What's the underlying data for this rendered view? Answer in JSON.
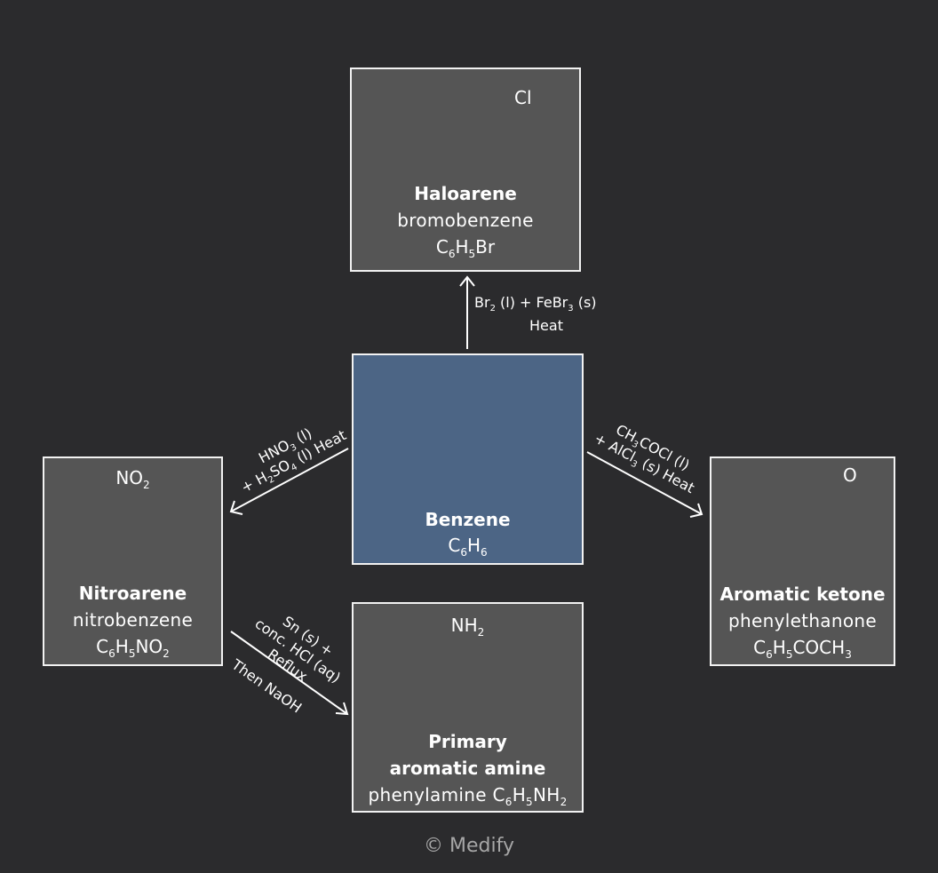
{
  "haloarene": {
    "substituent": "Cl",
    "title": "Haloarene",
    "name": "bromobenzene",
    "formula": {
      "a": "C",
      "s1": "6",
      "b": "H",
      "s2": "5",
      "c": "Br"
    }
  },
  "benzene": {
    "title": "Benzene",
    "formula": {
      "a": "C",
      "s1": "6",
      "b": "H",
      "s2": "6"
    }
  },
  "nitroarene": {
    "substituent": {
      "a": "NO",
      "s": "2"
    },
    "title": "Nitroarene",
    "name": "nitrobenzene",
    "formula": {
      "a": "C",
      "s1": "6",
      "b": "H",
      "s2": "5",
      "c": "NO",
      "s3": "2"
    }
  },
  "ketone": {
    "substituent": "O",
    "title": "Aromatic ketone",
    "name": "phenylethanone",
    "formula": {
      "a": "C",
      "s1": "6",
      "b": "H",
      "s2": "5",
      "c": "COCH",
      "s3": "3"
    }
  },
  "amine": {
    "substituent": {
      "a": "NH",
      "s": "2"
    },
    "title_line1": "Primary",
    "title_line2": "aromatic amine",
    "name": "phenylamine",
    "formula": {
      "a": "C",
      "s1": "6",
      "b": "H",
      "s2": "5",
      "c": "NH",
      "s3": "2"
    }
  },
  "reactions": {
    "bromination": {
      "a": "Br",
      "s1": "2",
      "b": " (l) + FeBr",
      "s2": "3",
      "c": " (s)",
      "line2": "Heat"
    },
    "nitration": {
      "line1": {
        "a": "HNO",
        "s1": "3",
        "b": " (l)"
      },
      "line2": {
        "a": "+ H",
        "s1": "2",
        "b": "SO",
        "s2": "4",
        "c": " (l) Heat"
      }
    },
    "acylation": {
      "line1": {
        "a": "CH",
        "s1": "3",
        "b": "COCl (l)"
      },
      "line2": {
        "a": "+ AlCl",
        "s1": "3",
        "b": " (s) Heat"
      }
    },
    "reduction": {
      "line1": "Sn (s) +",
      "line2": "conc. HCl (aq)",
      "line3": "Reflux",
      "line4": "Then NaOH"
    }
  },
  "colors": {
    "background": "#2b2b2d",
    "box": "#555555",
    "center_box": "#4c6585",
    "stroke": "#f2f2f2",
    "footer": "#a6a6a6"
  },
  "footer": "© Medify"
}
